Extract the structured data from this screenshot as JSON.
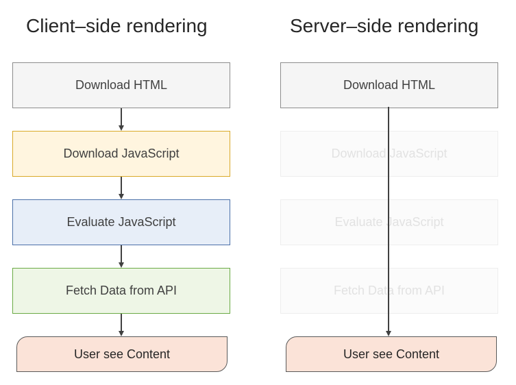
{
  "left": {
    "title": "Client–side rendering",
    "steps": [
      "Download HTML",
      "Download JavaScript",
      "Evaluate JavaScript",
      "Fetch Data from API"
    ],
    "result": "User see Content"
  },
  "right": {
    "title": "Server–side rendering",
    "steps": [
      "Download HTML",
      "Download JavaScript",
      "Evaluate JavaScript",
      "Fetch Data from API"
    ],
    "result": "User see Content"
  },
  "colors": {
    "html_fill": "#f5f5f5",
    "js_fill": "#fff5df",
    "eval_fill": "#e7eef8",
    "fetch_fill": "#eef6e6",
    "result_fill": "#fbe3d8",
    "arrow": "#404040"
  }
}
